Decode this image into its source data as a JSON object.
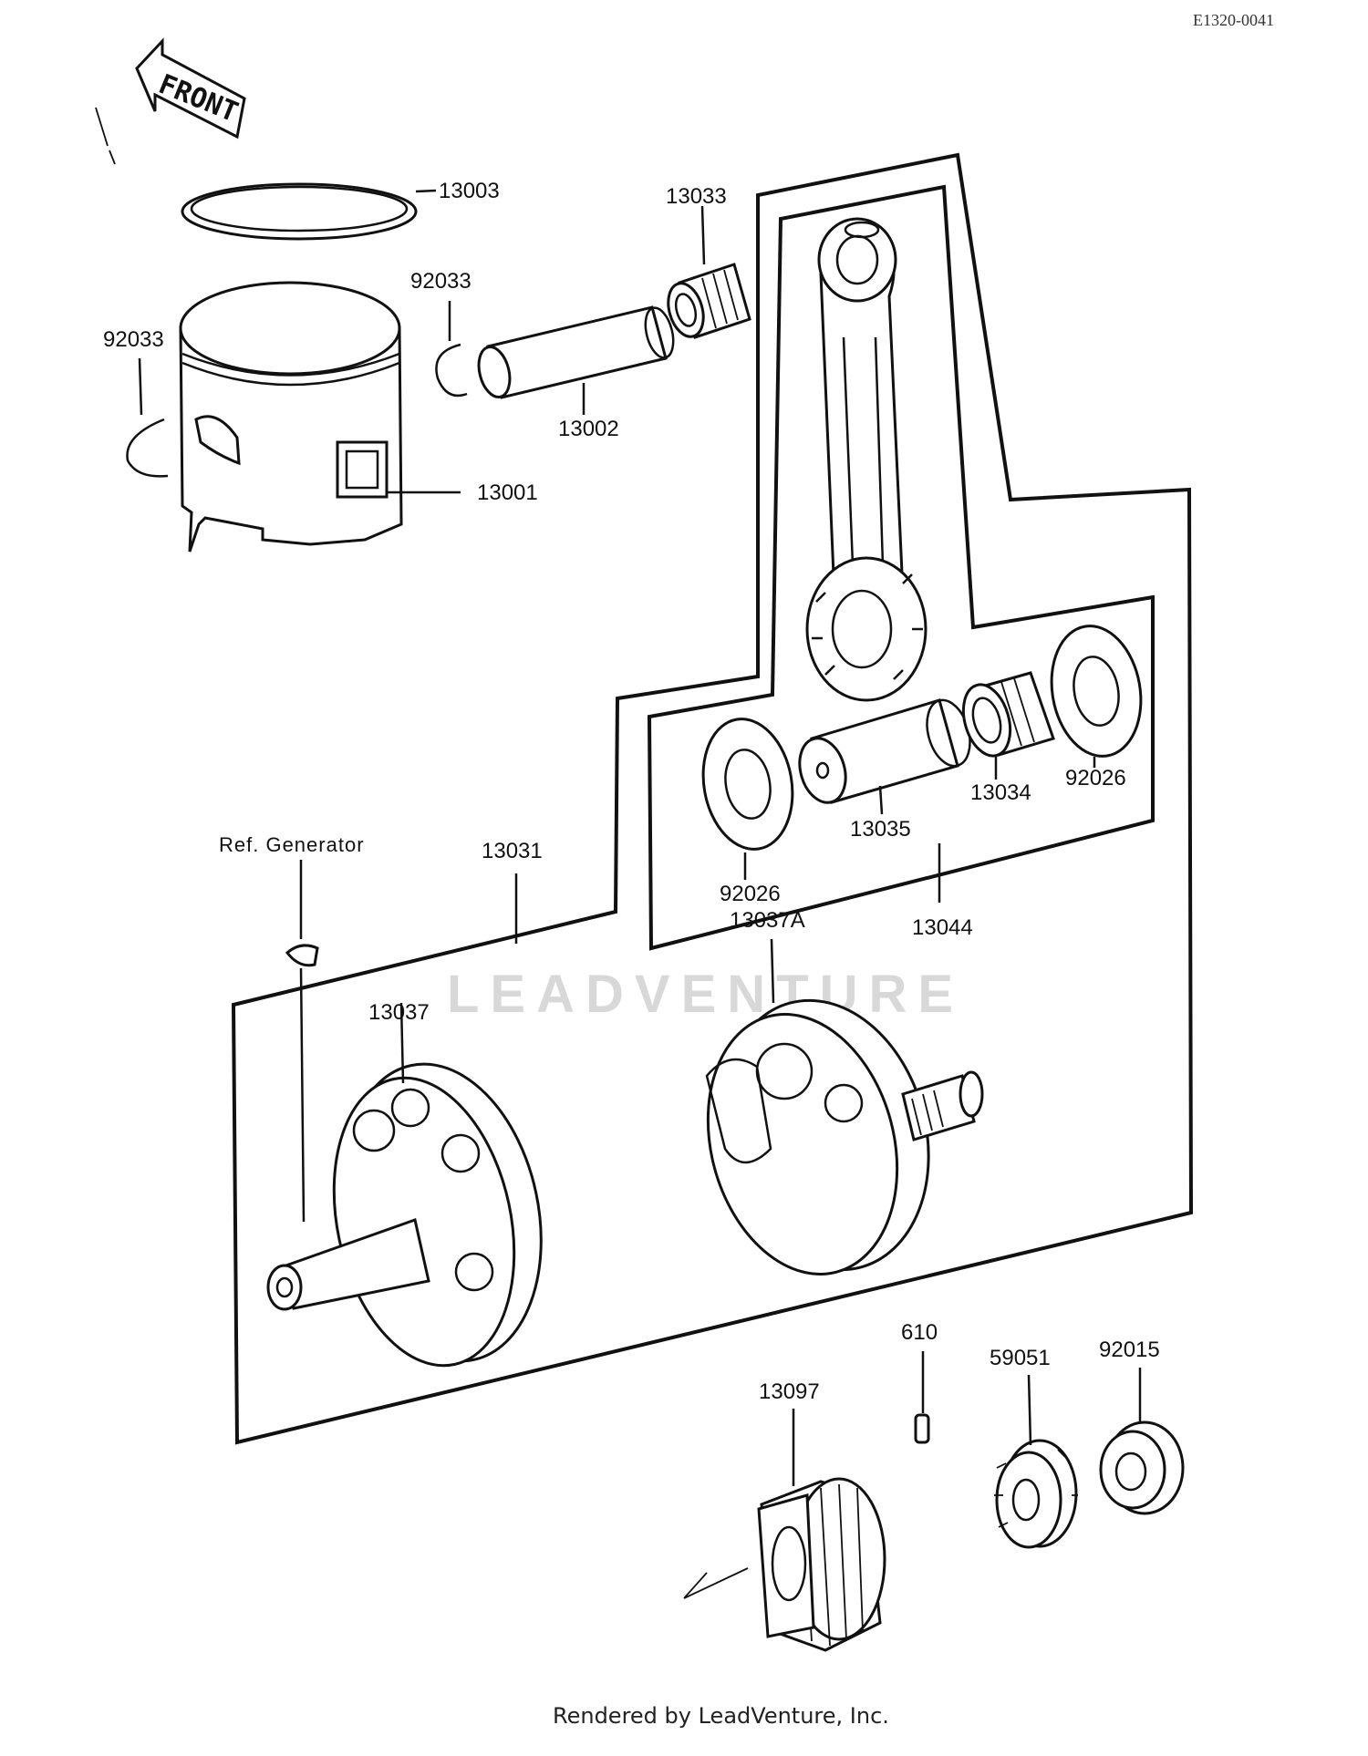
{
  "diagram_code": "E1320-0041",
  "front_label": "FRONT",
  "watermark": "LEADVENTURE",
  "footer": "Rendered by LeadVenture, Inc.",
  "ref_note": "Ref. Generator",
  "parts": {
    "ring": "13003",
    "clip_top": "92033",
    "clip_left": "92033",
    "bearing_small": "13033",
    "piston_pin": "13002",
    "piston": "13001",
    "washer_left": "92026",
    "washer_right": "92026",
    "crank_pin": "13035",
    "bearing_big": "13034",
    "conrod_assy": "13044",
    "crankshaft_assy": "13031",
    "flywheel_left": "13037",
    "flywheel_right": "13037A",
    "pin": "610",
    "gear_small": "59051",
    "nut": "92015",
    "gear_large": "13097"
  }
}
